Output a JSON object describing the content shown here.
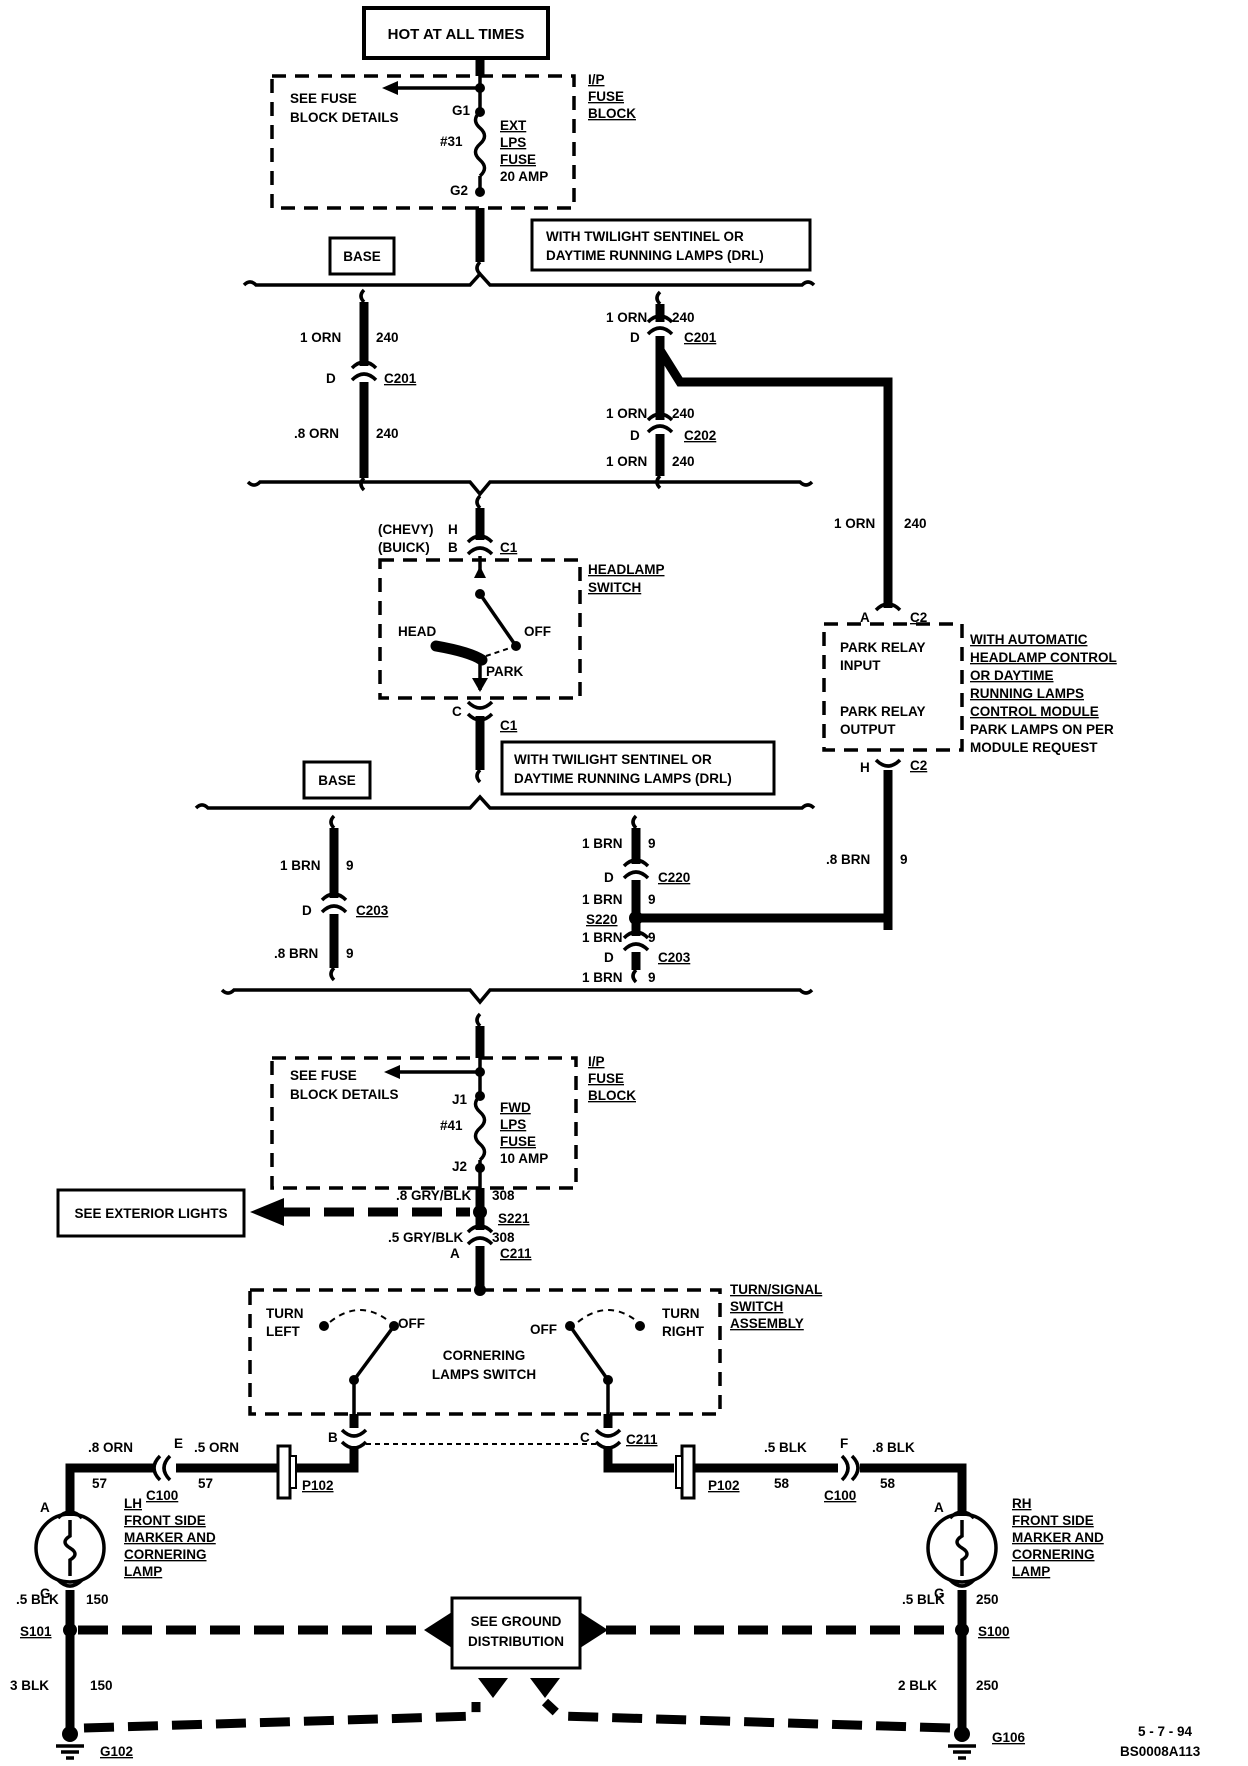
{
  "top_box": "HOT AT ALL TIMES",
  "fuse_block_1": {
    "see_label_1": "SEE FUSE",
    "see_label_2": "BLOCK DETAILS",
    "title": [
      "I/P",
      "FUSE",
      "BLOCK"
    ],
    "terminal_in": "G1",
    "terminal_out": "G2",
    "fuse_num": "#31",
    "fuse_name": [
      "EXT",
      "LPS",
      "FUSE"
    ],
    "fuse_rating": "20 AMP"
  },
  "option_base": "BASE",
  "option_twilight": [
    "WITH TWILIGHT SENTINEL OR",
    "DAYTIME RUNNING LAMPS (DRL)"
  ],
  "wires_240": {
    "left_top": {
      "gauge": "1 ORN",
      "circuit": "240"
    },
    "left_conn": {
      "pin": "D",
      "name": "C201"
    },
    "left_bottom": {
      "gauge": ".8 ORN",
      "circuit": "240"
    },
    "right_top": {
      "gauge": "1 ORN",
      "circuit": "240"
    },
    "right_conn1": {
      "pin": "D",
      "name": "C201"
    },
    "right_mid": {
      "gauge": "1 ORN",
      "circuit": "240"
    },
    "right_conn2": {
      "pin": "D",
      "name": "C202"
    },
    "right_bottom": {
      "gauge": "1 ORN",
      "circuit": "240"
    },
    "relay_feed": {
      "gauge": "1 ORN",
      "circuit": "240"
    }
  },
  "headlamp_switch": {
    "chevy": "(CHEVY)",
    "chevy_pin": "H",
    "buick": "(BUICK)",
    "buick_pin": "B",
    "conn_top": "C1",
    "title": [
      "HEADLAMP",
      "SWITCH"
    ],
    "head": "HEAD",
    "off": "OFF",
    "park": "PARK",
    "out_pin": "C",
    "conn_bottom": "C1"
  },
  "relay_module": {
    "pin_a": "A",
    "conn_a": "C2",
    "input": [
      "PARK RELAY",
      "INPUT"
    ],
    "output": [
      "PARK RELAY",
      "OUTPUT"
    ],
    "pin_h": "H",
    "conn_h": "C2",
    "title": [
      "WITH AUTOMATIC",
      "HEADLAMP CONTROL",
      "OR DAYTIME",
      "RUNNING LAMPS",
      "CONTROL MODULE"
    ],
    "note": [
      "PARK LAMPS ON PER",
      "MODULE REQUEST"
    ]
  },
  "wires_9": {
    "left_top": {
      "gauge": "1 BRN",
      "circuit": "9"
    },
    "left_conn": {
      "pin": "D",
      "name": "C203"
    },
    "left_bottom": {
      "gauge": ".8 BRN",
      "circuit": "9"
    },
    "right_1": {
      "gauge": "1 BRN",
      "circuit": "9"
    },
    "right_conn1": {
      "pin": "D",
      "name": "C220"
    },
    "right_2": {
      "gauge": "1 BRN",
      "circuit": "9"
    },
    "splice": "S220",
    "right_3": {
      "gauge": "1 BRN",
      "circuit": "9"
    },
    "right_conn2": {
      "pin": "D",
      "name": "C203"
    },
    "right_4": {
      "gauge": "1 BRN",
      "circuit": "9"
    },
    "relay_out": {
      "gauge": ".8 BRN",
      "circuit": "9"
    }
  },
  "fuse_block_2": {
    "see_label_1": "SEE FUSE",
    "see_label_2": "BLOCK DETAILS",
    "title": [
      "I/P",
      "FUSE",
      "BLOCK"
    ],
    "terminal_in": "J1",
    "terminal_out": "J2",
    "fuse_num": "#41",
    "fuse_name": [
      "FWD",
      "LPS",
      "FUSE"
    ],
    "fuse_rating": "10 AMP"
  },
  "see_exterior": "SEE EXTERIOR LIGHTS",
  "wires_308": {
    "upper": {
      "gauge": ".8 GRY/BLK",
      "circuit": "308"
    },
    "splice": "S221",
    "lower": {
      "gauge": ".5 GRY/BLK",
      "circuit": "308"
    },
    "conn": {
      "pin": "A",
      "name": "C211"
    }
  },
  "turn_switch": {
    "title": [
      "TURN/SIGNAL",
      "SWITCH",
      "ASSEMBLY"
    ],
    "turn_left": [
      "TURN",
      "LEFT"
    ],
    "turn_right": [
      "TURN",
      "RIGHT"
    ],
    "off_left": "OFF",
    "off_right": "OFF",
    "cornering": [
      "CORNERING",
      "LAMPS SWITCH"
    ],
    "pin_b": "B",
    "pin_c": "C",
    "conn": "C211"
  },
  "left_side": {
    "wire_out": {
      "gauge": ".8 ORN",
      "circuit": "57"
    },
    "conn_c100": {
      "pin": "E",
      "name": "C100"
    },
    "wire_in": {
      "gauge": ".5 ORN",
      "circuit": "57"
    },
    "p102": "P102",
    "lamp_pin_a": "A",
    "lamp_pin_g": "G",
    "lamp_label": [
      "LH",
      "FRONT SIDE",
      "MARKER AND",
      "CORNERING",
      "LAMP"
    ],
    "ground_wire": {
      "gauge": ".5 BLK",
      "circuit": "150"
    },
    "splice": "S101",
    "ground_wire2": {
      "gauge": "3 BLK",
      "circuit": "150"
    },
    "ground": "G102"
  },
  "right_side": {
    "wire_in": {
      "gauge": ".5 BLK",
      "circuit": "58"
    },
    "conn_c100": {
      "pin": "F",
      "name": "C100"
    },
    "wire_out": {
      "gauge": ".8 BLK",
      "circuit": "58"
    },
    "p102": "P102",
    "lamp_pin_a": "A",
    "lamp_pin_g": "G",
    "lamp_label": [
      "RH",
      "FRONT SIDE",
      "MARKER AND",
      "CORNERING",
      "LAMP"
    ],
    "ground_wire": {
      "gauge": ".5 BLK",
      "circuit": "250"
    },
    "splice": "S100",
    "ground_wire2": {
      "gauge": "2 BLK",
      "circuit": "250"
    },
    "ground": "G106"
  },
  "ground_dist": [
    "SEE GROUND",
    "DISTRIBUTION"
  ],
  "footer": {
    "date": "5 - 7 - 94",
    "code": "BS0008A113"
  }
}
